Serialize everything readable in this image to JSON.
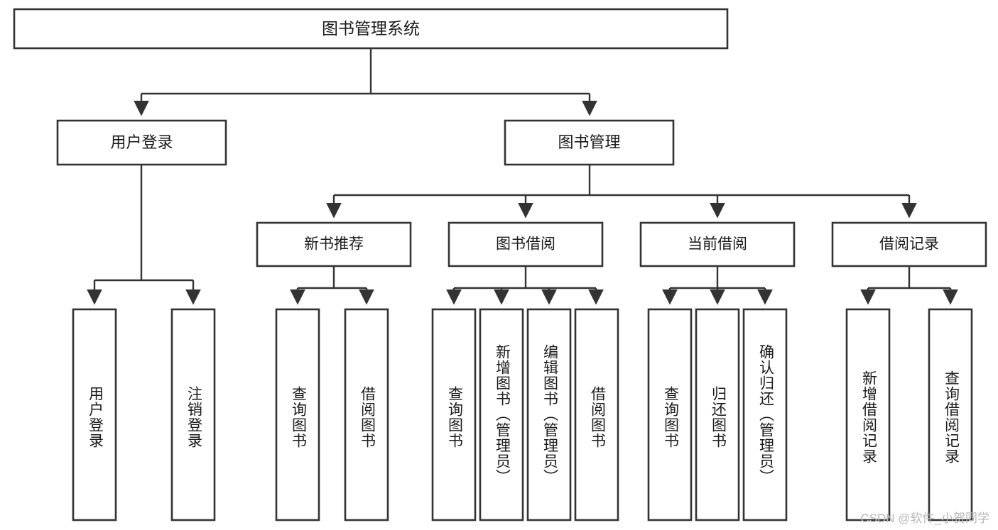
{
  "diagram": {
    "type": "tree-hierarchy",
    "title": "图书管理系统",
    "watermark": "CSDN @软件_小贺同学",
    "colors": {
      "stroke": "#333333",
      "fill": "#ffffff",
      "text": "#1a1a1a",
      "watermark": "#b8b8b8"
    },
    "root": {
      "label": "图书管理系统"
    },
    "level2": [
      {
        "label": "用户登录"
      },
      {
        "label": "图书管理"
      }
    ],
    "level3": [
      {
        "label": "新书推荐"
      },
      {
        "label": "图书借阅"
      },
      {
        "label": "当前借阅"
      },
      {
        "label": "借阅记录"
      }
    ],
    "leaves": {
      "user_login": [
        {
          "label": "用户登录"
        },
        {
          "label": "注销登录"
        }
      ],
      "new_book": [
        {
          "label": "查询图书"
        },
        {
          "label": "借阅图书"
        }
      ],
      "book_borrow": [
        {
          "label": "查询图书"
        },
        {
          "label": "新增图书（管理员）"
        },
        {
          "label": "编辑图书（管理员）"
        },
        {
          "label": "借阅图书"
        }
      ],
      "current_borrow": [
        {
          "label": "查询图书"
        },
        {
          "label": "归还图书"
        },
        {
          "label": "确认归还（管理员）"
        }
      ],
      "borrow_record": [
        {
          "label": "新增借阅记录"
        },
        {
          "label": "查询借阅记录"
        }
      ]
    }
  }
}
